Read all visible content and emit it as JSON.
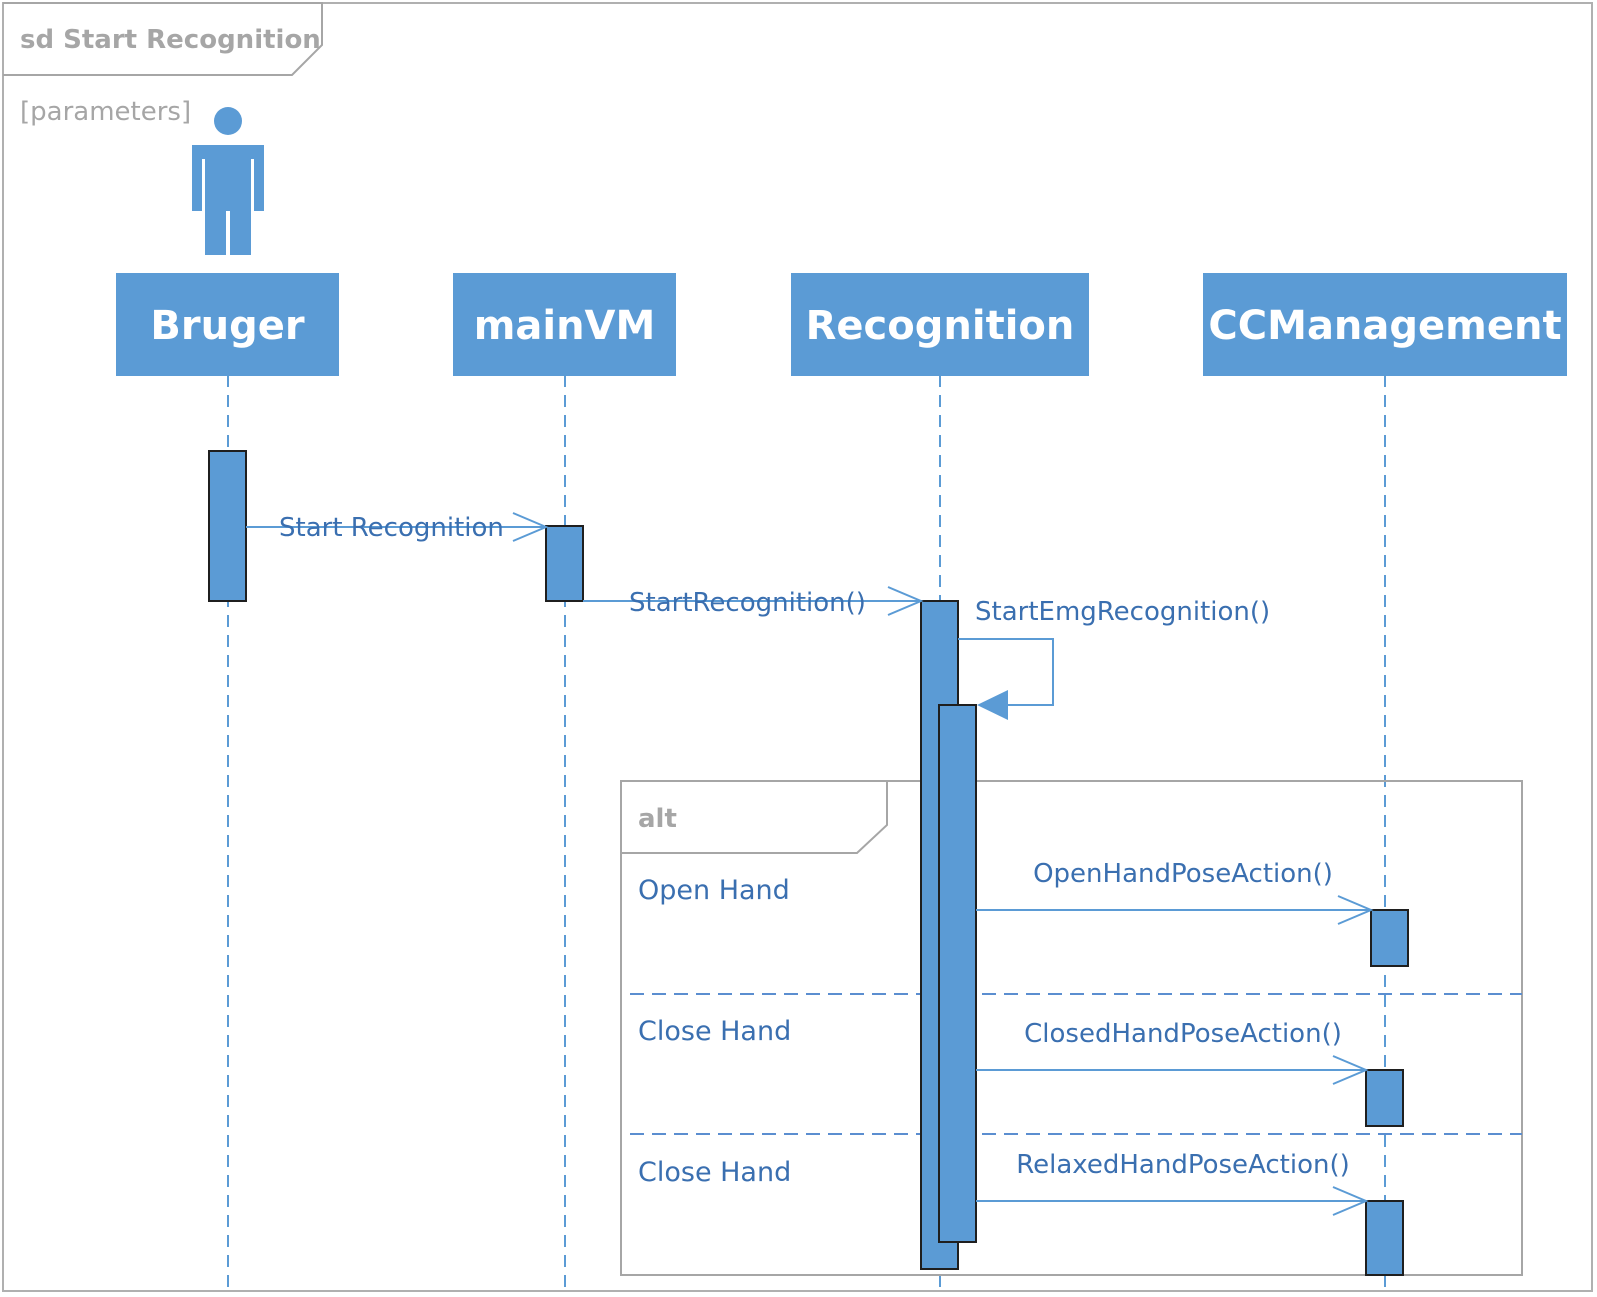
{
  "frame": {
    "title": "sd Start Recognition",
    "parameters": "[parameters]"
  },
  "lifelines": [
    {
      "id": "bruger",
      "name": "Bruger",
      "actor": true
    },
    {
      "id": "mainvm",
      "name": "mainVM"
    },
    {
      "id": "recognition",
      "name": "Recognition"
    },
    {
      "id": "ccmanagement",
      "name": "CCManagement"
    }
  ],
  "messages": [
    {
      "label": "Start Recognition",
      "from": "Bruger",
      "to": "mainVM",
      "type": "async"
    },
    {
      "label": "StartRecognition()",
      "from": "mainVM",
      "to": "Recognition",
      "type": "async"
    },
    {
      "label": "StartEmgRecognition()",
      "from": "Recognition",
      "to": "Recognition",
      "type": "self-sync"
    },
    {
      "label": "OpenHandPoseAction()",
      "from": "Recognition",
      "to": "CCManagement",
      "type": "async"
    },
    {
      "label": "ClosedHandPoseAction()",
      "from": "Recognition",
      "to": "CCManagement",
      "type": "async"
    },
    {
      "label": "RelaxedHandPoseAction()",
      "from": "Recognition",
      "to": "CCManagement",
      "type": "async"
    }
  ],
  "alt_fragment": {
    "label": "alt",
    "guards": [
      "Open Hand",
      "Close Hand",
      "Close Hand"
    ]
  },
  "colors": {
    "lifeline_fill": "#5b9bd5",
    "activation_fill": "#5b9bd5",
    "message_line": "#5b9bd5",
    "text_blue": "#3a6fb0",
    "frame_gray": "#a6a6a6"
  }
}
